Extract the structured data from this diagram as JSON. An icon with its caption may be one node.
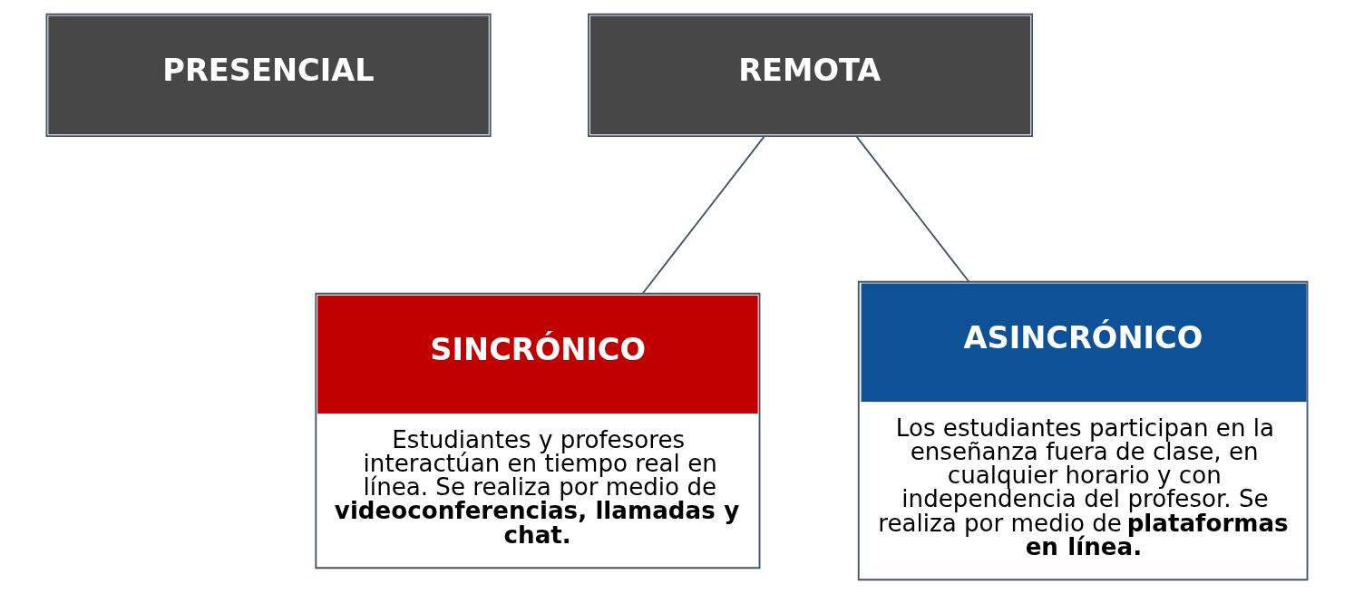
{
  "diagram": {
    "nodes": [
      {
        "text": [
          "PRESENCIAL"
        ]
      },
      {
        "text": [
          "REMOTA"
        ]
      },
      {
        "text": [
          "SINCRÓNICO",
          "Estudiantes y profesores interactúan en tiempo real en línea. Se realiza por medio de **videoconferencias, llamadas y chat.**"
        ]
      },
      {
        "text": [
          "ASINCRÓNICO",
          "Los estudiantes participan en la enseñanza fuera de clase, en cualquier horario y con independencia del profesor. Se realiza por medio de **plataformas en línea.**"
        ]
      }
    ],
    "edges": [
      {
        "from": 1,
        "to": 2,
        "arrow": "none"
      },
      {
        "from": 1,
        "to": 3,
        "arrow": "none"
      }
    ]
  }
}
